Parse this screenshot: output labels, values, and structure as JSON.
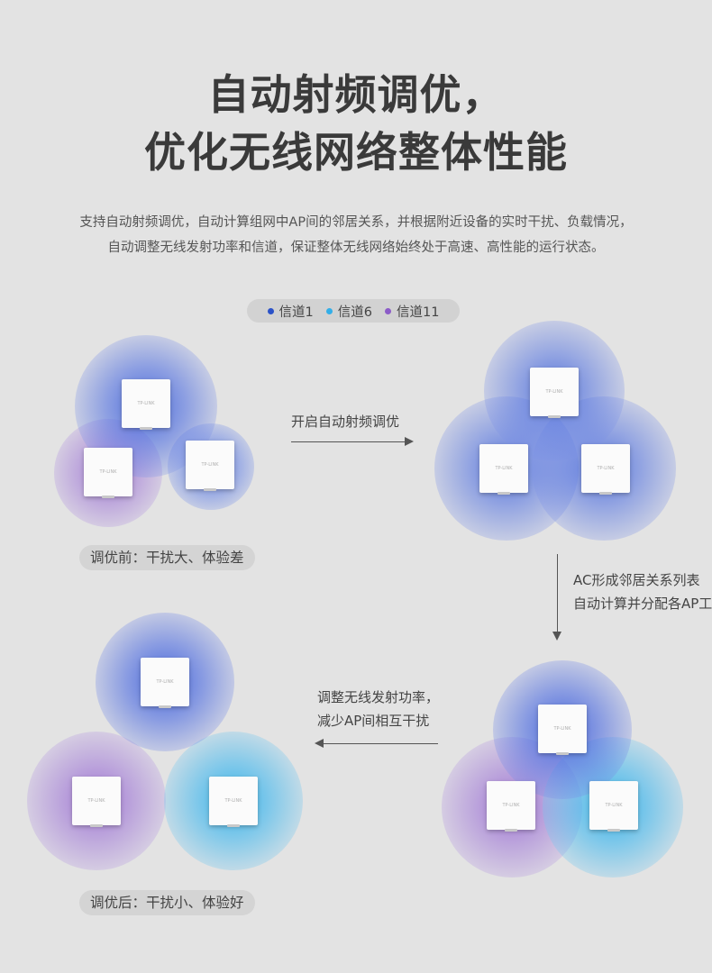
{
  "title": {
    "line1": "自动射频调优，",
    "line2": "优化无线网络整体性能"
  },
  "description": {
    "line1": "支持自动射频调优，自动计算组网中AP间的邻居关系，并根据附近设备的实时干扰、负载情况，",
    "line2": "自动调整无线发射功率和信道，保证整体无线网络始终处于高速、高性能的运行状态。"
  },
  "legend": [
    {
      "label": "信道1",
      "color": "#2b52c8"
    },
    {
      "label": "信道6",
      "color": "#33aee8"
    },
    {
      "label": "信道11",
      "color": "#8c5cc8"
    }
  ],
  "ap_brand": "TP-LINK",
  "labels": {
    "before": "调优前：干扰大、体验差",
    "after": "调优后：干扰小、体验好"
  },
  "steps": {
    "step1": "开启自动射频调优",
    "step2_line1": "AC形成邻居关系列表",
    "step2_line2": "自动计算并分配各AP工",
    "step3_line1": "调整无线发射功率，",
    "step3_line2": "减少AP间相互干扰"
  }
}
